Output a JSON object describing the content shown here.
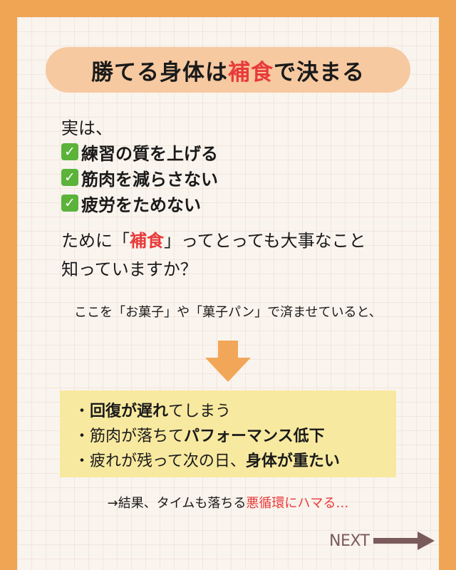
{
  "colors": {
    "frame": "#F0A555",
    "card": "#FAF4EE",
    "title_pill": "#F6C9A0",
    "accent_red": "#E83A3A",
    "check_green": "#5BB33A",
    "highlight_box": "#F8E9A0",
    "arrow": "#F2A657",
    "next": "#7A5A5A"
  },
  "title": {
    "before": "勝てる身体は",
    "highlight": "補食",
    "after": "で決まる"
  },
  "intro": "実は、",
  "checklist": [
    {
      "icon": "check-icon",
      "text": "練習の質を上げる"
    },
    {
      "icon": "check-icon",
      "text": "筋肉を減らさない"
    },
    {
      "icon": "check-icon",
      "text": "疲労をためない"
    }
  ],
  "para": {
    "line1_before": "ために「",
    "line1_highlight": "補食",
    "line1_after": "」ってとっても大事なこと",
    "line2": "知っていますか？"
  },
  "sweets_line": "ここを「お菓子」や「菓子パン」で済ませていると、",
  "down_arrow_icon": "down-arrow-icon",
  "effects": [
    {
      "bullet": "・",
      "bold1": "回復が遅れ",
      "text": "てしまう"
    },
    {
      "bullet": "・",
      "text": "筋肉が落ちて",
      "bold2": "パフォーマンス低下"
    },
    {
      "bullet": "・",
      "text": "疲れが残って次の日、",
      "bold2": "身体が重たい"
    }
  ],
  "result": {
    "before": "→結果、タイムも落ちる",
    "highlight": "悪循環にハマる…"
  },
  "next": {
    "label": "NEXT",
    "icon": "right-arrow-icon"
  }
}
